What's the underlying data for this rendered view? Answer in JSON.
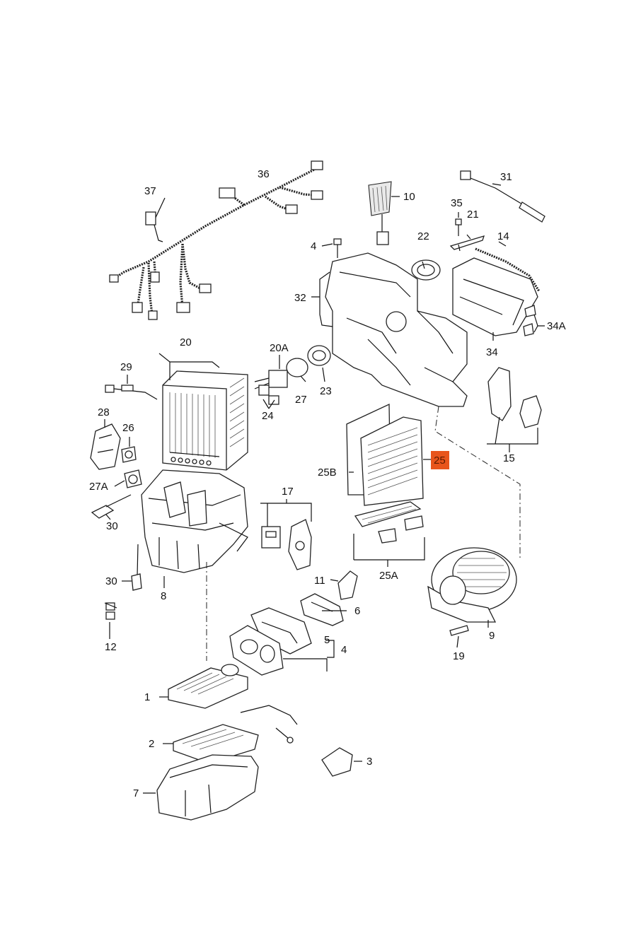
{
  "labels": {
    "l1": "1",
    "l2": "2",
    "l3": "3",
    "l4a": "4",
    "l4b": "4",
    "l5": "5",
    "l6": "6",
    "l7": "7",
    "l8": "8",
    "l9": "9",
    "l10": "10",
    "l11": "11",
    "l12": "12",
    "l14": "14",
    "l15": "15",
    "l17": "17",
    "l19": "19",
    "l20": "20",
    "l20a": "20A",
    "l21": "21",
    "l22": "22",
    "l23": "23",
    "l24": "24",
    "l25": "25",
    "l25a": "25A",
    "l25b": "25B",
    "l26": "26",
    "l27": "27",
    "l27a": "27A",
    "l28": "28",
    "l29": "29",
    "l30a": "30",
    "l30b": "30",
    "l31": "31",
    "l32": "32",
    "l34": "34",
    "l34a": "34A",
    "l35": "35",
    "l36": "36",
    "l37": "37"
  },
  "highlight": {
    "color": "#e8551c",
    "label_key": "l25"
  },
  "icons": [
    "wiring-harness-icon",
    "evaporator-icon",
    "filter-icon",
    "blower-motor-icon",
    "housing-icon"
  ]
}
